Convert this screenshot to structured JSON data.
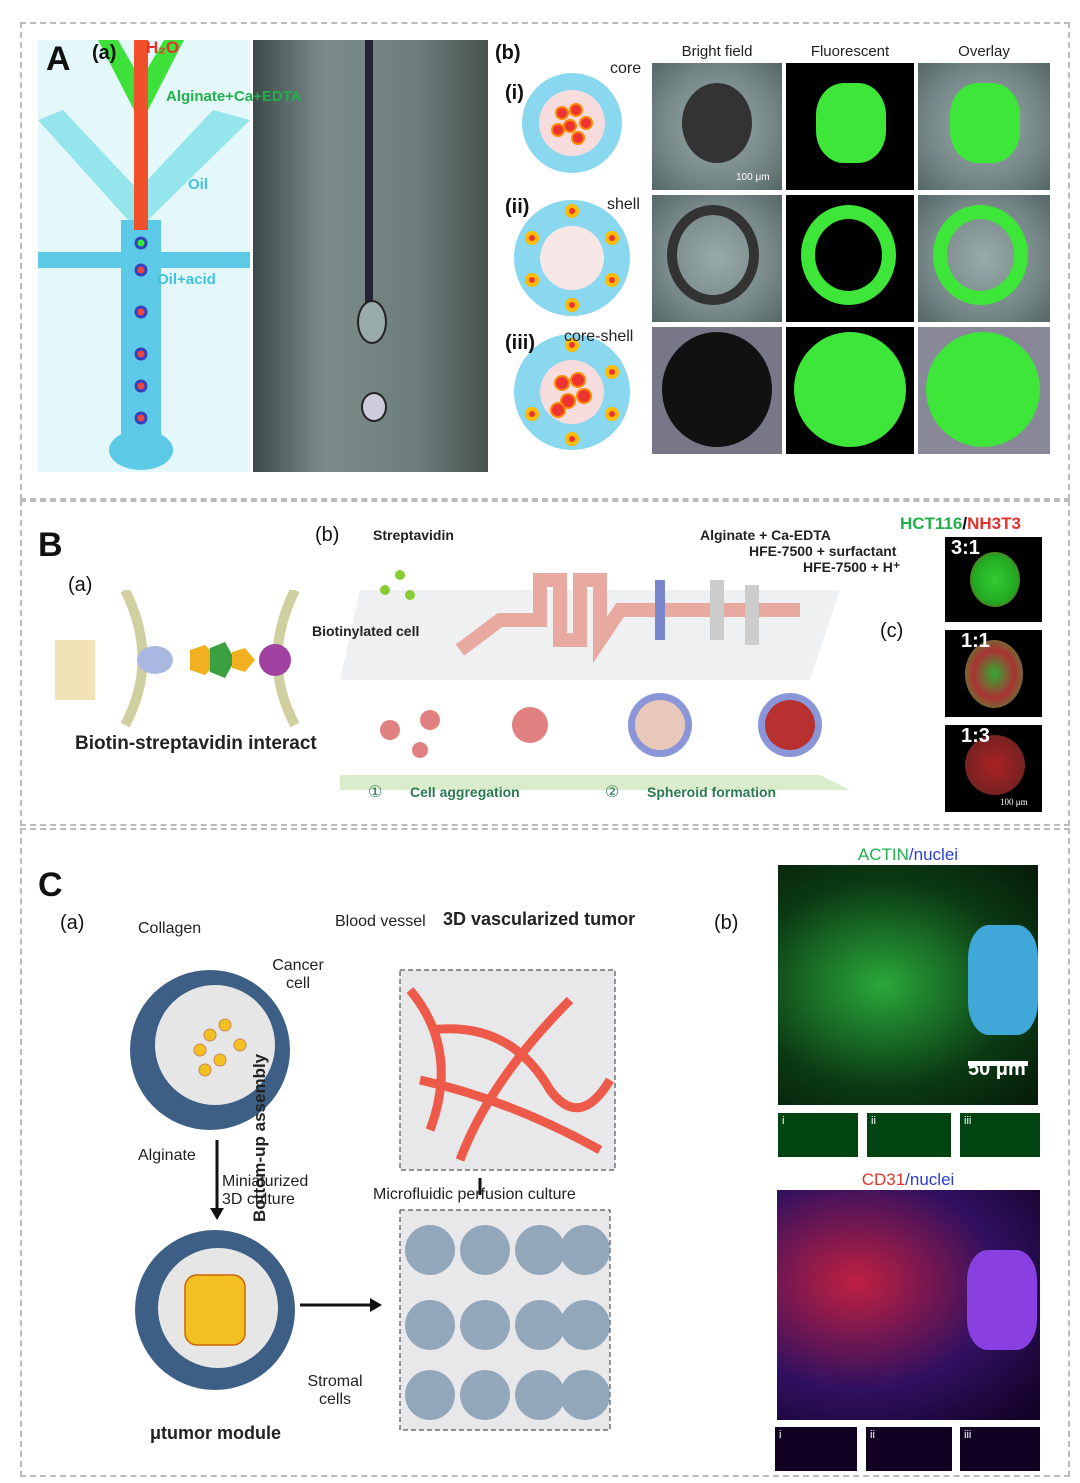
{
  "panelA": {
    "letter": "A",
    "a": "(a)",
    "b": "(b)",
    "h2o": "H₂O",
    "alginate": "Alginate+Ca+EDTA",
    "oil": "Oil",
    "oil_acid": "Oil+acid",
    "columns": [
      "Bright field",
      "Fluorescent",
      "Overlay"
    ],
    "rows": [
      {
        "num": "(i)",
        "name": "core"
      },
      {
        "num": "(ii)",
        "name": "shell"
      },
      {
        "num": "(iii)",
        "name": "core-shell"
      }
    ],
    "scale": "100 μm"
  },
  "panelB": {
    "letter": "B",
    "a": "(a)",
    "b": "(b)",
    "c": "(c)",
    "biotin_label": "Biotin-streptavidin interact",
    "streptavidin": "Streptavidin",
    "biotinylated": "Biotinylated cell",
    "alginate": "Alginate + Ca-EDTA",
    "hfe_surf": "HFE-7500 + surfactant",
    "hfe_h": "HFE-7500 + H⁺",
    "step1_num": "①",
    "step1": "Cell aggregation",
    "step2_num": "②",
    "step2": "Spheroid formation",
    "legend_green": "HCT116",
    "legend_sep": "/",
    "legend_red": "NH3T3",
    "ratios": [
      "3:1",
      "1:1",
      "1:3"
    ],
    "scale": "100 μm"
  },
  "panelC": {
    "letter": "C",
    "a": "(a)",
    "b": "(b)",
    "collagen": "Collagen",
    "cancer": "Cancer cell",
    "alginate": "Alginate",
    "mini": "Miniaturized 3D culture",
    "module": "μtumor module",
    "bottom_up": "Bottom-up assembly",
    "stromal": "Stromal cells",
    "perfusion": "Microfluidic perfusion culture",
    "vessel": "Blood vessel",
    "vtumor": "3D vascularized tumor",
    "actin": "ACTIN",
    "nuclei": "/nuclei",
    "cd31": "CD31",
    "scale": "50 μm",
    "slices": [
      "i",
      "ii",
      "iii"
    ]
  },
  "colors": {
    "green": "#22b04b",
    "red": "#e5322c",
    "cyan": "#3fc3e0",
    "blue": "#2a3fd0"
  }
}
